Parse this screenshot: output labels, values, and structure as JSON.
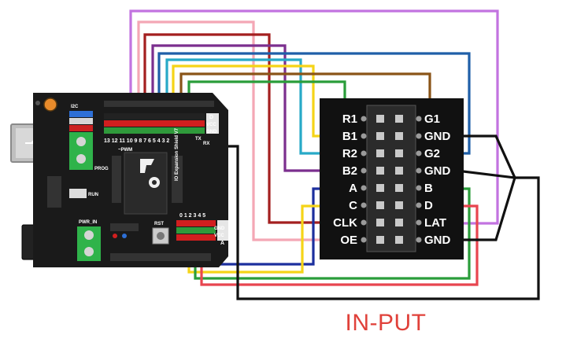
{
  "caption": "IN-PUT",
  "colors": {
    "board": "#1a1a1a",
    "connector_body": "#111111",
    "connector_slot": "#2b2b2b",
    "caption": "#e0413a",
    "terminal_green": "#2fb34a"
  },
  "connector": {
    "left_labels": [
      "R1",
      "B1",
      "R2",
      "B2",
      "A",
      "C",
      "CLK",
      "OE"
    ],
    "right_labels": [
      "G1",
      "GND",
      "G2",
      "GND",
      "B",
      "D",
      "LAT",
      "GND"
    ]
  },
  "wire_colors": {
    "R1": "#2a9d3a",
    "G1": "#8a5418",
    "B1": "#f5d417",
    "GND1": "#111111",
    "R2": "#27a9c7",
    "G2": "#1f5fa8",
    "B2": "#7b2f8e",
    "GND2": "#111111",
    "A": "#1c2f9e",
    "B": "#2a9d3a",
    "C": "#f5d417",
    "D": "#e8454f",
    "CLK": "#a31f1f",
    "LAT": "#c273e0",
    "OE": "#f4a7b5",
    "GND3": "#111111"
  },
  "board": {
    "digital_header": "13 12 11 10 9 8 7 6 5 4 3 2",
    "pwm_label": "~PWM",
    "i2c_label": "I2C",
    "prog_label": "PROG",
    "run_label": "RUN",
    "pwr_in_label": "PWR_IN",
    "rst_label": "RST",
    "analog_header": "0 1 2 3 4 5",
    "gnd_label": "GND",
    "vcc_label": "VCC",
    "d_label": "D",
    "a_label": "A",
    "rx_label": "RX",
    "tx_label": "TX",
    "io_label": "IO Expansion Shield V7"
  }
}
